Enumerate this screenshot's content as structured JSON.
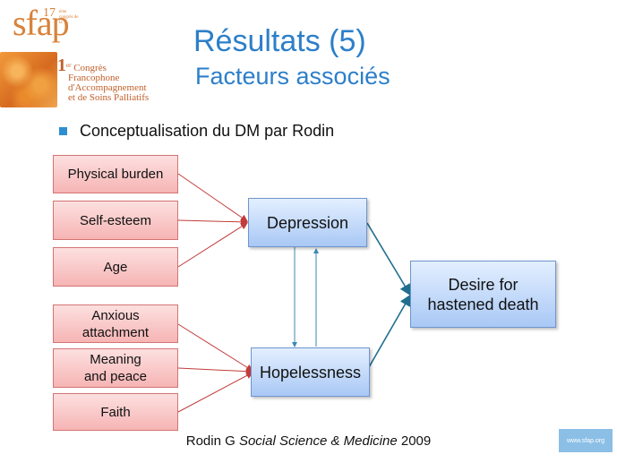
{
  "logo": {
    "num": "17",
    "num_sub": "ème congrès de la",
    "brand": "sfap",
    "line1_sup": "er",
    "line1_num": "1",
    "line1": "Congrès",
    "line2": "Francophone",
    "line3": "d'Accompagnement",
    "line4": "et de Soins Palliatifs"
  },
  "title": {
    "main": "Résultats (5)",
    "sub": "Facteurs associés"
  },
  "bullet": "Conceptualisation du DM par Rodin",
  "diagram": {
    "factors_top": [
      "Physical burden",
      "Self-esteem",
      "Age"
    ],
    "factors_bottom": [
      {
        "l1": "Anxious",
        "l2": "attachment"
      },
      {
        "l1": "Meaning",
        "l2": "and peace"
      },
      {
        "l1": "Faith",
        "l2": ""
      }
    ],
    "depression": "Depression",
    "hopelessness": "Hopelessness",
    "outcome": {
      "l1": "Desire for",
      "l2": "hastened death"
    }
  },
  "citation": {
    "author": "Rodin G",
    "journal": "Social Science & Medicine",
    "year": "2009"
  },
  "site_badge": "www.sfap.org",
  "colors": {
    "title": "#2c7fc9",
    "factor_line": "#c23b3b",
    "main_line": "#1f6f8f"
  }
}
